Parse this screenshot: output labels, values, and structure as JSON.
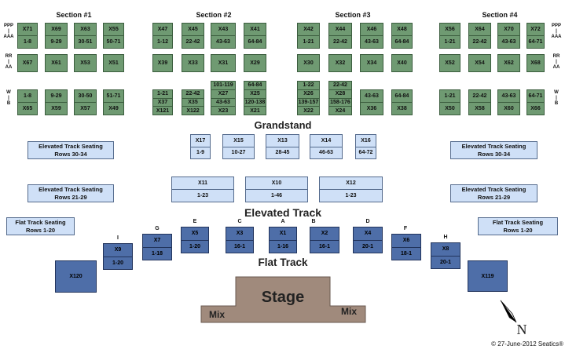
{
  "sections": [
    "Section #1",
    "Section #2",
    "Section #3",
    "Section #4"
  ],
  "side_labels": {
    "top_left": [
      "PPP",
      "|",
      "AAA"
    ],
    "mid_left": [
      "RR",
      "|",
      "AA"
    ],
    "bot_left": [
      "W",
      "|",
      "B"
    ],
    "top_right": [
      "PPP",
      "|",
      "AAA"
    ],
    "mid_right": [
      "RR",
      "|",
      "AA"
    ],
    "bot_right": [
      "W",
      "|",
      "B"
    ]
  },
  "grandstand_top": [
    {
      "x": "X71",
      "r": "1-8"
    },
    {
      "x": "X69",
      "r": "9-29"
    },
    {
      "x": "X63",
      "r": "30-51"
    },
    {
      "x": "X55",
      "r": "50-71"
    },
    {
      "x": "X47",
      "r": "1-12"
    },
    {
      "x": "X45",
      "r": "22-42"
    },
    {
      "x": "X43",
      "r": "43-63"
    },
    {
      "x": "X41",
      "r": "64-84"
    },
    {
      "x": "X42",
      "r": "1-21"
    },
    {
      "x": "X44",
      "r": "22-42"
    },
    {
      "x": "X46",
      "r": "43-63"
    },
    {
      "x": "X48",
      "r": "64-84"
    },
    {
      "x": "X56",
      "r": "1-21"
    },
    {
      "x": "X64",
      "r": "22-42"
    },
    {
      "x": "X70",
      "r": "43-63"
    },
    {
      "x": "X72",
      "r": "64-71"
    }
  ],
  "grandstand_mid": [
    "X67",
    "X61",
    "X53",
    "X51",
    "X39",
    "X33",
    "X31",
    "X29",
    "X30",
    "X32",
    "X34",
    "X40",
    "X52",
    "X54",
    "X62",
    "X68"
  ],
  "grandstand_bot": [
    {
      "l": [
        "1-8",
        "X65"
      ]
    },
    {
      "l": [
        "9-29",
        "X59"
      ]
    },
    {
      "l": [
        "30-50",
        "X57"
      ]
    },
    {
      "l": [
        "51-71",
        "X49"
      ]
    },
    {
      "l": [
        "1-21",
        "X37",
        "X121"
      ]
    },
    {
      "l": [
        "22-42",
        "X35",
        "X122"
      ]
    },
    {
      "l": [
        "101-119",
        "X27",
        "43-63",
        "X23"
      ]
    },
    {
      "l": [
        "64-84",
        "X25",
        "120-138",
        "X21"
      ]
    },
    {
      "l": [
        "1-22",
        "X26",
        "139-157",
        "X22"
      ]
    },
    {
      "l": [
        "22-42",
        "X28",
        "158-176",
        "X24"
      ]
    },
    {
      "l": [
        "43-63",
        "X36"
      ]
    },
    {
      "l": [
        "64-84",
        "X38"
      ]
    },
    {
      "l": [
        "1-21",
        "X50"
      ]
    },
    {
      "l": [
        "22-42",
        "X58"
      ]
    },
    {
      "l": [
        "43-63",
        "X60"
      ]
    },
    {
      "l": [
        "64-71",
        "X66"
      ]
    }
  ],
  "grandstand_label": "Grandstand",
  "upper_boxes": [
    {
      "x": "X17",
      "r": "1-9"
    },
    {
      "x": "X15",
      "r": "10-27"
    },
    {
      "x": "X13",
      "r": "28-45"
    },
    {
      "x": "X14",
      "r": "46-63"
    },
    {
      "x": "X16",
      "r": "64-72"
    }
  ],
  "lower_boxes": [
    {
      "x": "X11",
      "r": "1-23"
    },
    {
      "x": "X10",
      "r": "1-46"
    },
    {
      "x": "X12",
      "r": "1-23"
    }
  ],
  "track_seating": [
    {
      "t": "Elevated Track Seating",
      "r": "Rows 30-34"
    },
    {
      "t": "Elevated Track Seating",
      "r": "Rows 30-34"
    },
    {
      "t": "Elevated Track Seating",
      "r": "Rows 21-29"
    },
    {
      "t": "Elevated Track Seating",
      "r": "Rows 21-29"
    },
    {
      "t": "Flat Track Seating",
      "r": "Rows 1-20"
    },
    {
      "t": "Flat Track Seating",
      "r": "Rows 1-20"
    }
  ],
  "elevated_track_label": "Elevated Track",
  "flat_track_label": "Flat Track",
  "floor_sections": [
    {
      "letter": "I",
      "x": "X9",
      "r": "1-20"
    },
    {
      "letter": "G",
      "x": "X7",
      "r": "1-18"
    },
    {
      "letter": "E",
      "x": "X5",
      "r": "1-20"
    },
    {
      "letter": "C",
      "x": "X3",
      "r": "16-1"
    },
    {
      "letter": "A",
      "x": "X1",
      "r": "1-16"
    },
    {
      "letter": "B",
      "x": "X2",
      "r": "16-1"
    },
    {
      "letter": "D",
      "x": "X4",
      "r": "20-1"
    },
    {
      "letter": "F",
      "x": "X6",
      "r": "18-1"
    },
    {
      "letter": "H",
      "x": "X8",
      "r": "20-1"
    }
  ],
  "x120": "X120",
  "x119": "X119",
  "stage": {
    "label": "Stage",
    "mix_left": "Mix",
    "mix_right": "Mix"
  },
  "compass": "N",
  "copyright": "© 27-June-2012 Seatics®",
  "colors": {
    "grandstand": "#6f9a72",
    "elevated": "#cfe0f7",
    "floor": "#4e6ea8",
    "stage": "#a08a7c"
  }
}
